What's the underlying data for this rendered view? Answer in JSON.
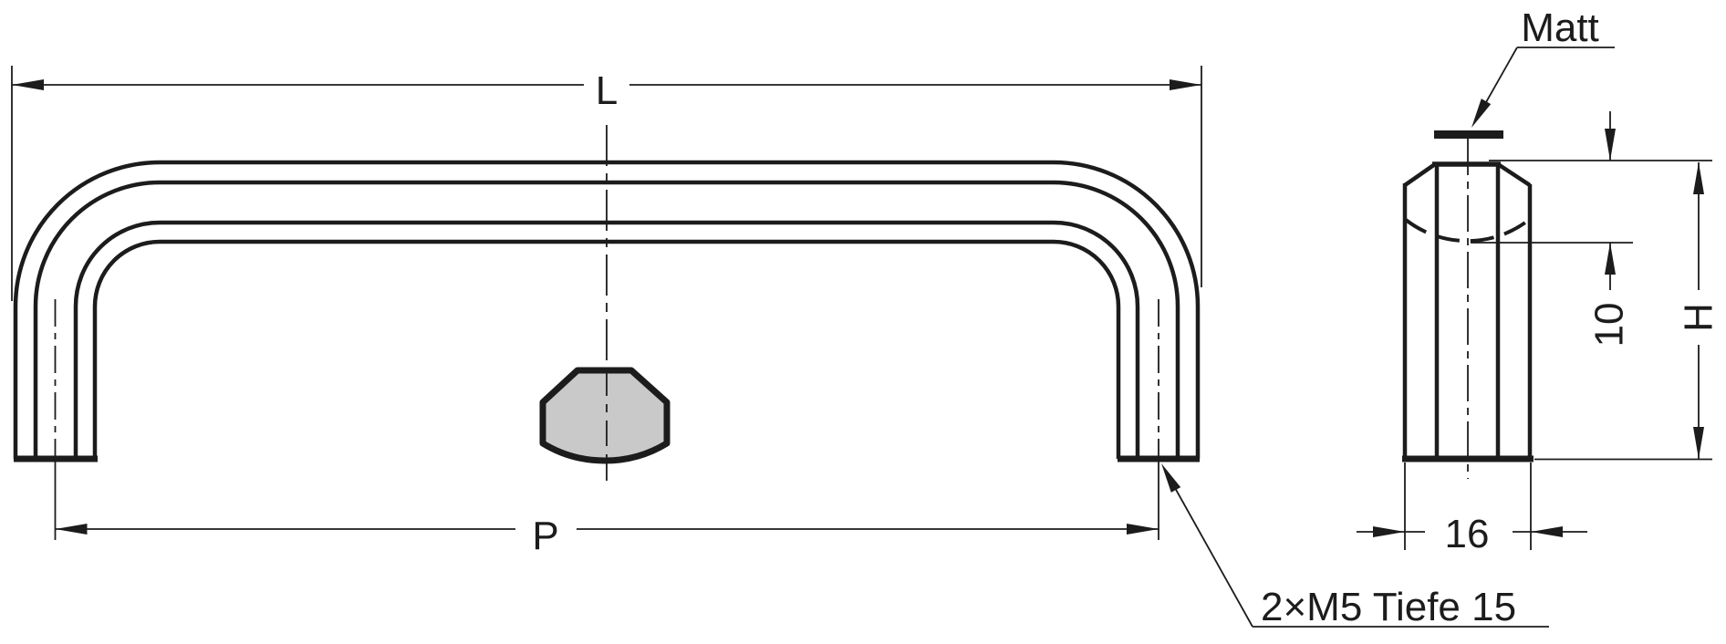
{
  "drawing": {
    "front_view": {
      "length_label": "L",
      "hole_pitch_label": "P",
      "thread_note": "2×M5 Tiefe 15"
    },
    "side_view": {
      "surface_finish_label": "Matt",
      "width_value": "16",
      "neck_depth_value": "10",
      "height_label": "H"
    },
    "colors": {
      "line": "#1c1c1c",
      "section_fill": "#c9c9c9",
      "background": "#ffffff"
    }
  }
}
